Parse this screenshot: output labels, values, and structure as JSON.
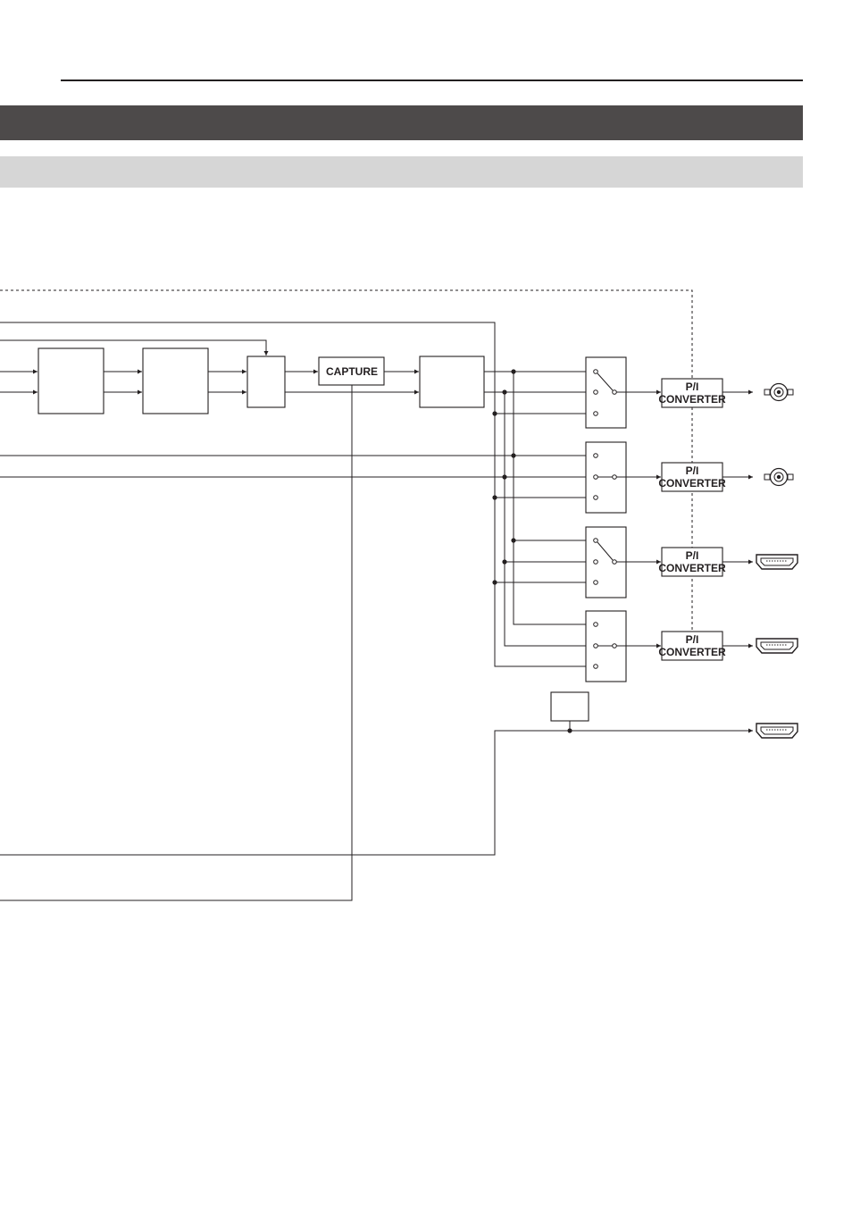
{
  "diagram": {
    "capture_label": "CAPTURE",
    "converter_line1": "P/I",
    "converter_line2": "CONVERTER",
    "output_connectors": [
      "bnc-icon",
      "bnc-icon",
      "hdmi-icon",
      "hdmi-icon",
      "hdmi-icon"
    ]
  }
}
